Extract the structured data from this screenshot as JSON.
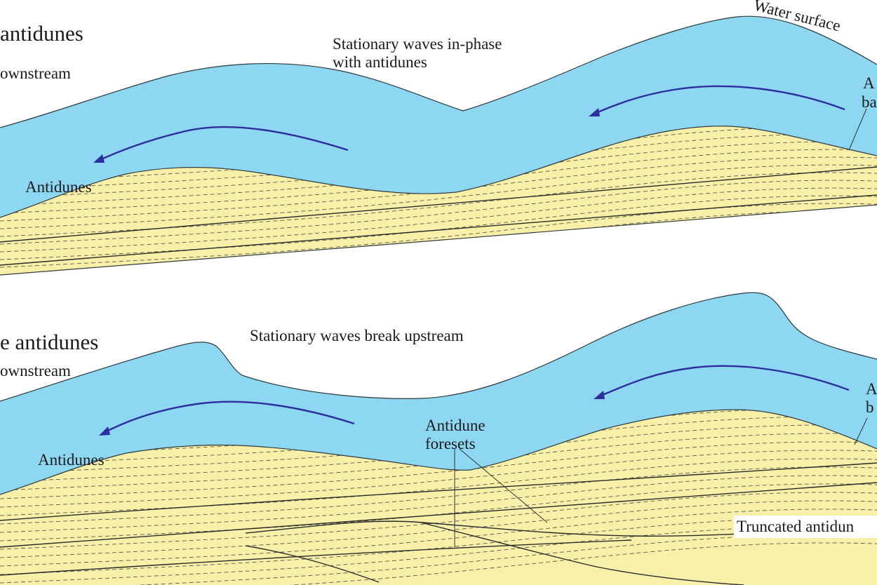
{
  "colors": {
    "water": "#8dd7f2",
    "sediment": "#f8f0a8",
    "flow_arrow": "#2d2fa0"
  },
  "top_panel": {
    "title_fragment": "antidunes",
    "downstream_fragment": "ownstream",
    "water_surface": "Water surface",
    "waves_line1": "Stationary waves in-phase",
    "waves_line2": "with antidunes",
    "antidunes_label": "Antidunes",
    "right_fragment_line1": "A",
    "right_fragment_line2": "ba"
  },
  "bottom_panel": {
    "title_fragment": "e antidunes",
    "downstream_fragment": "ownstream",
    "waves_label": "Stationary waves break upstream",
    "antidunes_label": "Antidunes",
    "foresets_line1": "Antidune",
    "foresets_line2": "foresets",
    "truncated_label": "Truncated antidun",
    "right_fragment_line1": "A",
    "right_fragment_line2": "b"
  }
}
